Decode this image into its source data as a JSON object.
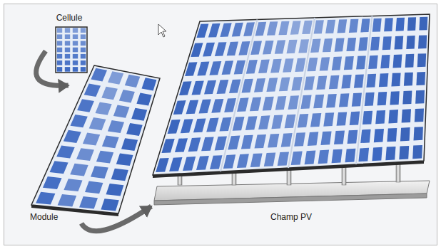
{
  "diagram": {
    "nodes": [
      {
        "text": [
          "Cellule"
        ]
      },
      {
        "text": [
          "Module"
        ]
      },
      {
        "text": [
          "Champ PV"
        ]
      }
    ],
    "edges": [
      {
        "from": 0,
        "to": 1,
        "arrow": "to"
      },
      {
        "from": 1,
        "to": 2,
        "arrow": "to"
      }
    ]
  }
}
